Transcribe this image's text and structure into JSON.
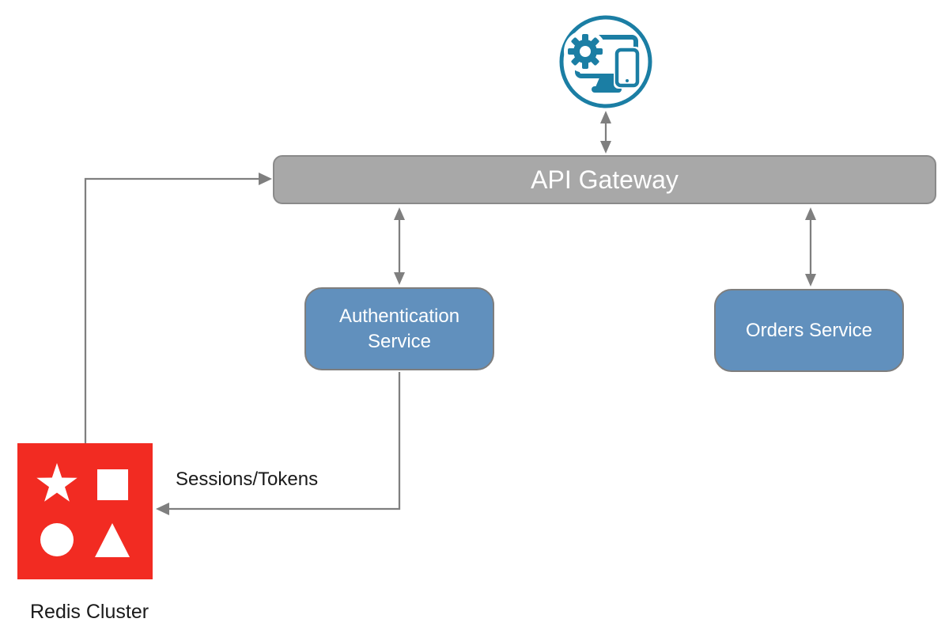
{
  "colors": {
    "icon_teal": "#1b7ea4",
    "gateway_fill": "#a8a8a8",
    "gateway_border": "#8a8a8a",
    "service_fill": "#6190bd",
    "service_border": "#7e7e7e",
    "redis_red": "#f22b22",
    "arrow_gray": "#7f7f7f",
    "label_text": "#1a1a1a",
    "node_text": "#ffffff",
    "background": "#ffffff"
  },
  "nodes": {
    "client_devices": {
      "icon": "devices-gear-icon"
    },
    "api_gateway": {
      "label": "API Gateway"
    },
    "auth_service": {
      "label": "Authentication Service"
    },
    "orders_service": {
      "label": "Orders Service"
    },
    "redis_cluster": {
      "caption": "Redis Cluster",
      "icon_shapes": [
        "star",
        "square",
        "circle",
        "triangle"
      ]
    }
  },
  "edges": [
    {
      "name": "client-devices-api-gateway",
      "type": "double-arrow"
    },
    {
      "name": "api-gateway-auth-service",
      "type": "double-arrow"
    },
    {
      "name": "api-gateway-orders-service",
      "type": "double-arrow"
    },
    {
      "name": "redis-cluster-to-api-gateway",
      "type": "elbow-arrow"
    },
    {
      "name": "auth-service-to-redis-cluster",
      "type": "elbow-arrow",
      "label": "Sessions/Tokens"
    }
  ]
}
